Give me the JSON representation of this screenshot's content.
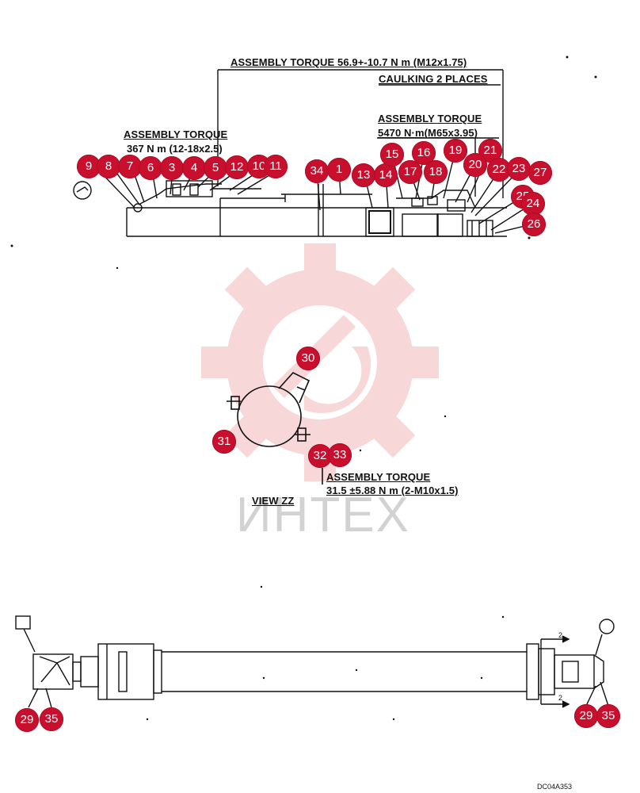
{
  "annotations": {
    "top_torque_line1": "ASSEMBLY TORQUE 56.9+-10.7 N m (M12x1.75)",
    "caulking": "CAULKING 2 PLACES",
    "mid_torque_title": "ASSEMBLY TORQUE",
    "mid_torque_value": "5470 N·m(M65x3.95)",
    "left_torque_title": "ASSEMBLY TORQUE",
    "left_torque_value": "367 N m (12-18x2.5)",
    "view_torque_title": "ASSEMBLY TORQUE",
    "view_torque_value": "31.5 ±5.88 N m (2-M10x1.5)",
    "view_label": "VIEW  ZZ",
    "drawing_code": "DC04A353",
    "arrow_z_top": "2",
    "arrow_z_bottom": "2"
  },
  "watermark": {
    "text": "ИНТЕХ",
    "gear_color": "#f2b8b8",
    "text_color": "#d2d2d2"
  },
  "callouts": [
    {
      "num": "9"
    },
    {
      "num": "8"
    },
    {
      "num": "7"
    },
    {
      "num": "6"
    },
    {
      "num": "3"
    },
    {
      "num": "4"
    },
    {
      "num": "5"
    },
    {
      "num": "12"
    },
    {
      "num": "10"
    },
    {
      "num": "11"
    },
    {
      "num": "34"
    },
    {
      "num": "1"
    },
    {
      "num": "13"
    },
    {
      "num": "14"
    },
    {
      "num": "15"
    },
    {
      "num": "16"
    },
    {
      "num": "17"
    },
    {
      "num": "18"
    },
    {
      "num": "19"
    },
    {
      "num": "21"
    },
    {
      "num": "20"
    },
    {
      "num": "22"
    },
    {
      "num": "23"
    },
    {
      "num": "27"
    },
    {
      "num": "25"
    },
    {
      "num": "24"
    },
    {
      "num": "26"
    },
    {
      "num": "30"
    },
    {
      "num": "31"
    },
    {
      "num": "32"
    },
    {
      "num": "33"
    },
    {
      "num": "29"
    },
    {
      "num": "35"
    },
    {
      "num": "29"
    },
    {
      "num": "35"
    }
  ],
  "colors": {
    "callout_fill": "#c8102e",
    "callout_text": "#ffffff",
    "line": "#111111"
  }
}
